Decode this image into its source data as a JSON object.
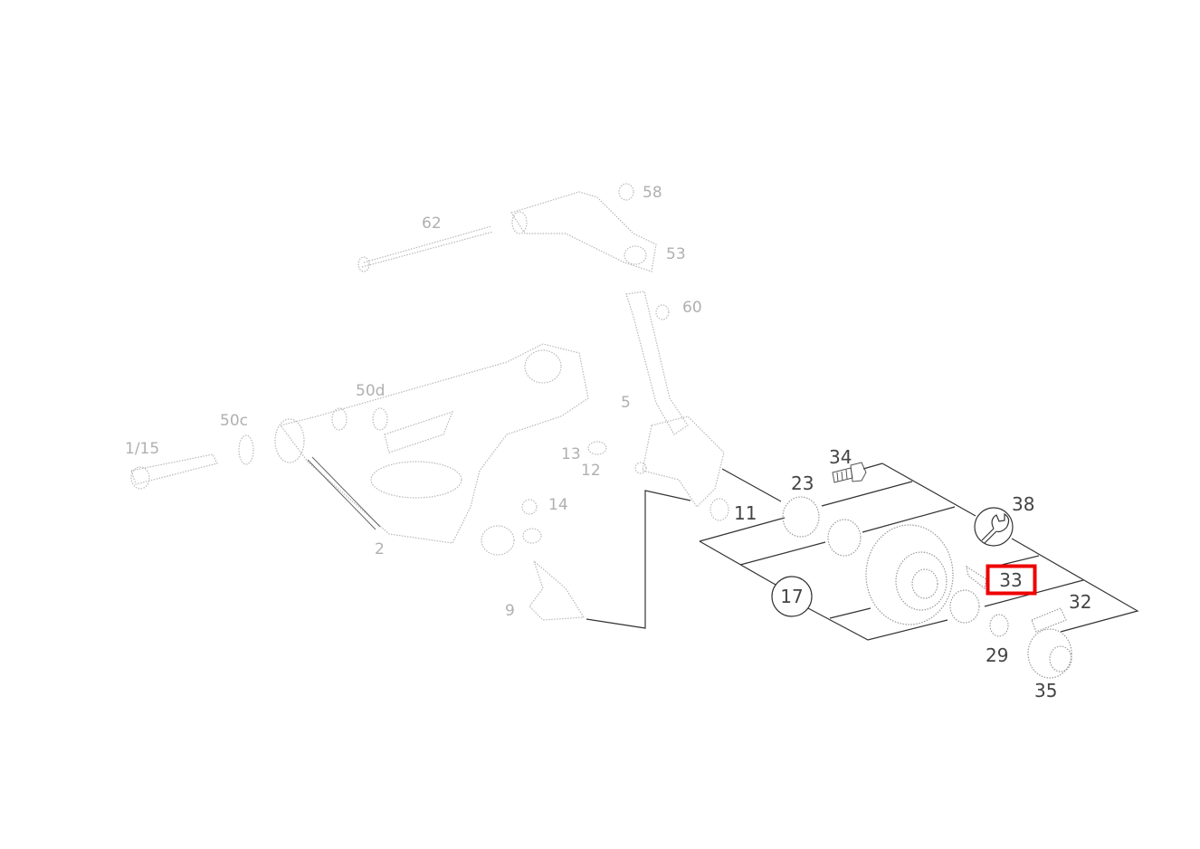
{
  "diagram": {
    "highlight_color": "#ee0000",
    "highlighted_label": "33",
    "labels_faded": [
      {
        "id": "62",
        "text": "62"
      },
      {
        "id": "58",
        "text": "58"
      },
      {
        "id": "53",
        "text": "53"
      },
      {
        "id": "60",
        "text": "60"
      },
      {
        "id": "5",
        "text": "5"
      },
      {
        "id": "50d",
        "text": "50d"
      },
      {
        "id": "50c",
        "text": "50c"
      },
      {
        "id": "1-15",
        "text": "1/15"
      },
      {
        "id": "13",
        "text": "13"
      },
      {
        "id": "12",
        "text": "12"
      },
      {
        "id": "14",
        "text": "14"
      },
      {
        "id": "2",
        "text": "2"
      },
      {
        "id": "9",
        "text": "9"
      }
    ],
    "labels": {
      "l11": "11",
      "l23": "23",
      "l34": "34",
      "l38": "38",
      "l17": "17",
      "l33": "33",
      "l32": "32",
      "l29": "29",
      "l35": "35"
    },
    "icons": {
      "tool": "wrench-icon"
    }
  }
}
